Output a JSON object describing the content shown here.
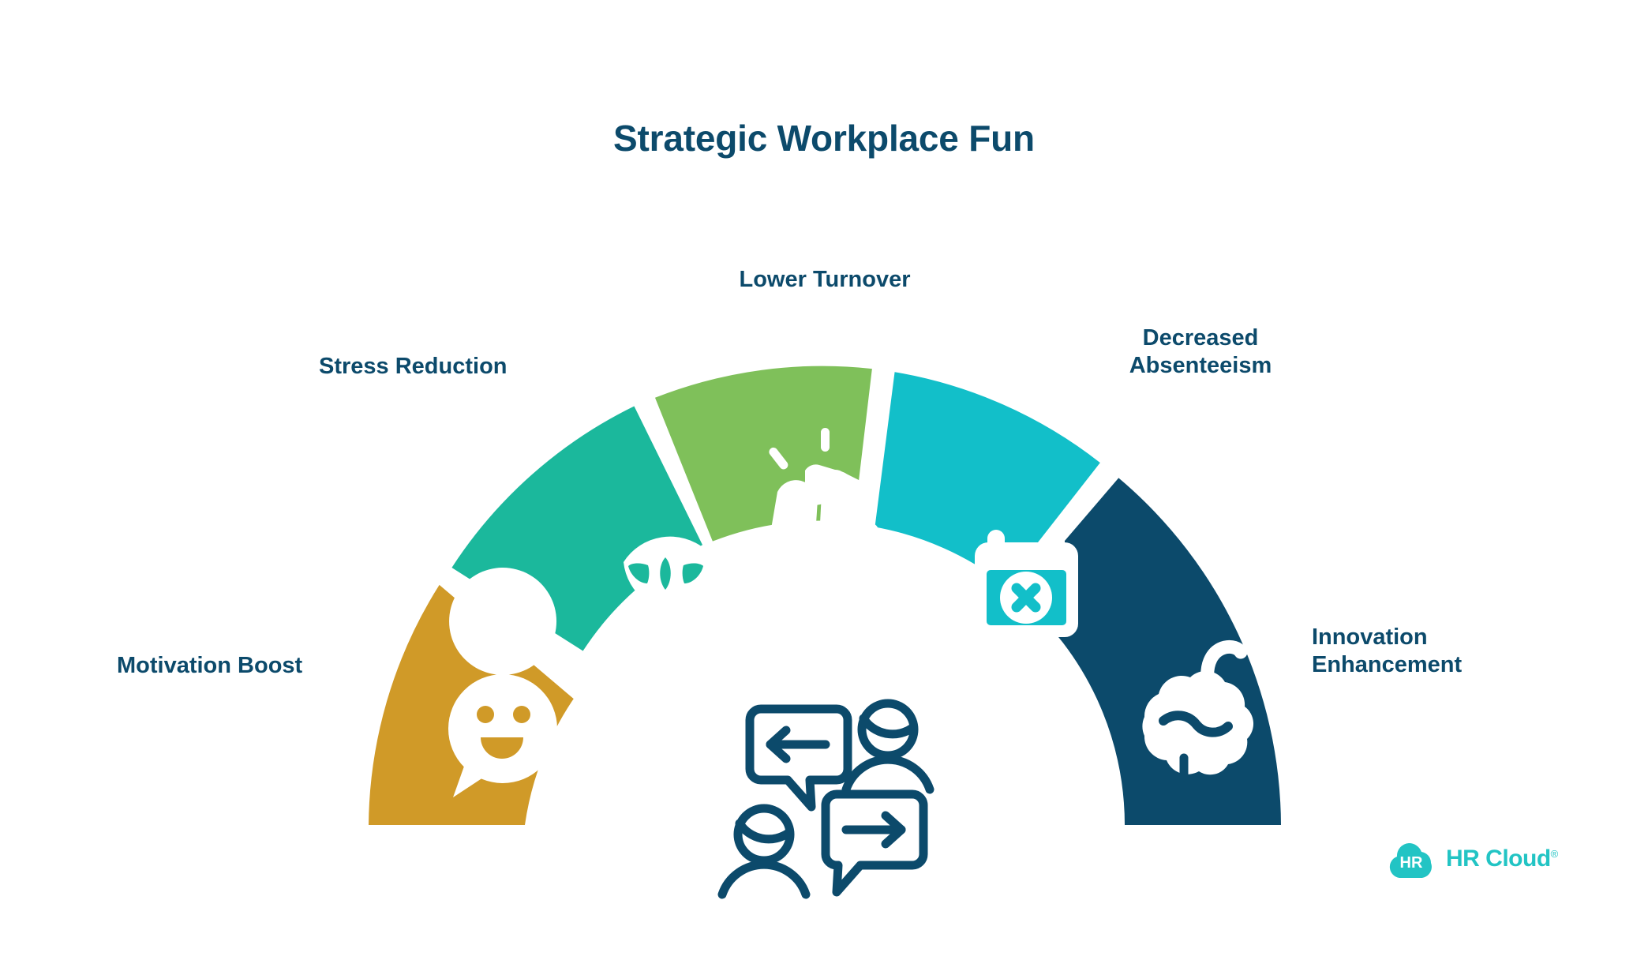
{
  "title": "Strategic Workplace Fun",
  "theme": {
    "title_color": "#0C4A6B",
    "label_color": "#0C4A6B",
    "background": "#FFFFFF",
    "center_icon_color": "#0C4A6B",
    "logo_color": "#22C4C4"
  },
  "center": {
    "icon": "collaboration-speech-bubbles-icon"
  },
  "chart_data": {
    "type": "pie",
    "title": "Strategic Workplace Fun",
    "variant": "semicircle-donut",
    "segments": 6,
    "equal_slices": true,
    "categories": [
      "Motivation Boost",
      "Stress Reduction",
      "Lower Turnover",
      "Decreased Absenteeism",
      "Innovation Enhancement"
    ],
    "values": [
      1,
      1,
      1,
      1,
      1
    ],
    "colors": [
      "#D09A28",
      "#1BB89C",
      "#7FC05A",
      "#12BFC9",
      "#0C4A6B"
    ]
  },
  "segments": [
    {
      "id": "motivation-boost",
      "label": "Motivation Boost",
      "color": "#D09A28",
      "icon": "smiley-speech-bubble-icon",
      "label_lines": "Motivation Boost"
    },
    {
      "id": "stress-reduction",
      "label": "Stress Reduction",
      "color": "#1BB89C",
      "icon": "head-lotus-mindfulness-icon",
      "label_lines": "Stress Reduction"
    },
    {
      "id": "lower-turnover",
      "label": "Lower Turnover",
      "color": "#7FC05A",
      "icon": "fist-bump-icon",
      "label_lines": "Lower Turnover"
    },
    {
      "id": "decreased-absenteeism",
      "label": "Decreased Absenteeism",
      "color": "#12BFC9",
      "icon": "calendar-cancel-icon",
      "label_lines": "Decreased\nAbsenteeism"
    },
    {
      "id": "innovation-enhancement",
      "label": "Innovation Enhancement",
      "color": "#0C4A6B",
      "icon": "brain-idea-icon",
      "label_lines": "Innovation\nEnhancement"
    }
  ],
  "logo": {
    "mark_text": "HR",
    "wordmark": "HR Cloud",
    "registered": "®"
  }
}
